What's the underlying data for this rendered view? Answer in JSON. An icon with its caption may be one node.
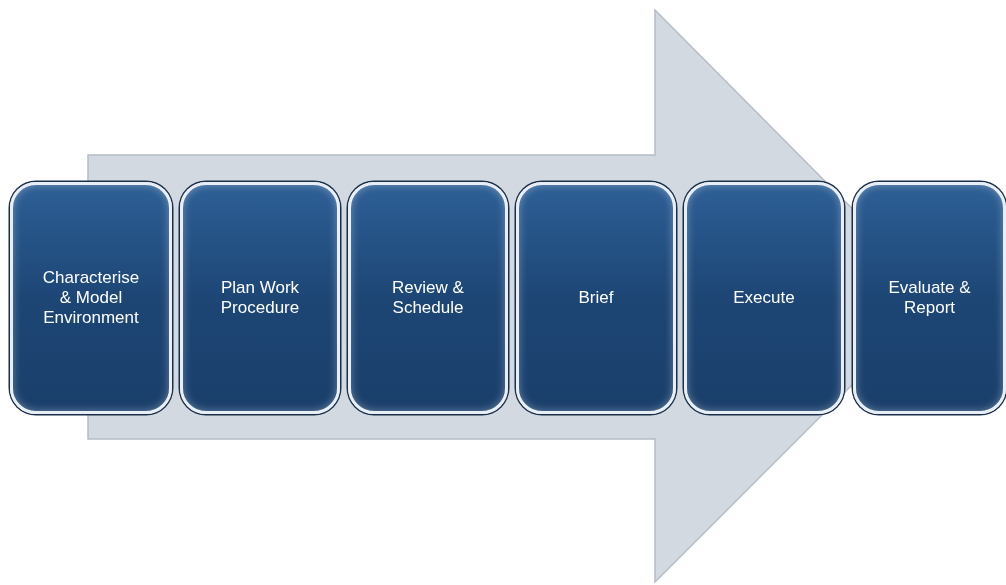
{
  "diagram": {
    "nodes": [
      {
        "text": [
          "Characterise & Model Environment"
        ]
      },
      {
        "text": [
          "Plan Work Procedure"
        ]
      },
      {
        "text": [
          "Review & Schedule"
        ]
      },
      {
        "text": [
          "Brief"
        ]
      },
      {
        "text": [
          "Execute"
        ]
      },
      {
        "text": [
          "Evaluate & Report"
        ]
      }
    ],
    "edges": [
      {
        "from": 0,
        "to": 5,
        "arrow": "to"
      }
    ]
  }
}
